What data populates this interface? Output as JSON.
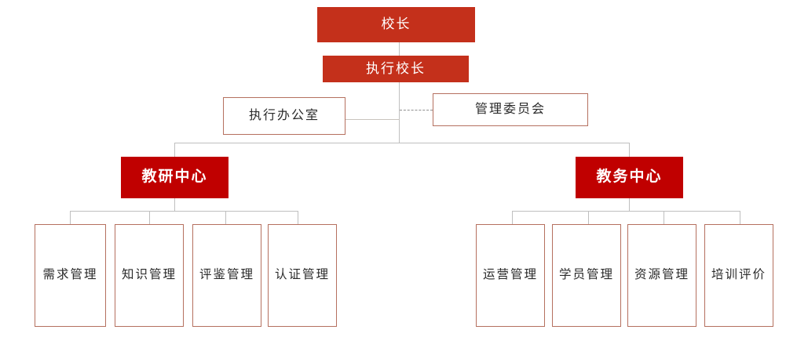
{
  "chart_data": {
    "type": "diagram",
    "title": "",
    "diagram_kind": "organization-chart",
    "orientation": "top-down",
    "colors": {
      "top_fill": "#c4301b",
      "center_fill": "#c00000",
      "box_border": "#b5705f",
      "connector": "#bfbfbf",
      "dashed_connector": "#8f8f8f",
      "text_on_fill": "#ffffff",
      "text_on_white": "#2a2a2a",
      "background": "#ffffff"
    },
    "levels": [
      {
        "level": 1,
        "nodes": [
          "principal"
        ]
      },
      {
        "level": 2,
        "nodes": [
          "executive_principal"
        ]
      },
      {
        "level": 3,
        "nodes": [
          "executive_office",
          "management_committee"
        ]
      },
      {
        "level": 4,
        "nodes": [
          "teaching_research_center",
          "academic_affairs_center"
        ]
      },
      {
        "level": 5,
        "nodes": [
          "demand_mgmt",
          "knowledge_mgmt",
          "appraisal_mgmt",
          "certification_mgmt",
          "operation_mgmt",
          "trainee_mgmt",
          "resource_mgmt",
          "training_evaluation"
        ]
      }
    ],
    "edges": [
      {
        "from": "principal",
        "to": "executive_principal",
        "style": "solid"
      },
      {
        "from": "executive_principal",
        "to": "executive_office",
        "style": "solid"
      },
      {
        "from": "executive_office",
        "to": "management_committee",
        "style": "dashed"
      },
      {
        "from": "executive_principal",
        "to": "teaching_research_center",
        "style": "solid"
      },
      {
        "from": "executive_principal",
        "to": "academic_affairs_center",
        "style": "solid"
      },
      {
        "from": "teaching_research_center",
        "to": "demand_mgmt",
        "style": "solid"
      },
      {
        "from": "teaching_research_center",
        "to": "knowledge_mgmt",
        "style": "solid"
      },
      {
        "from": "teaching_research_center",
        "to": "appraisal_mgmt",
        "style": "solid"
      },
      {
        "from": "teaching_research_center",
        "to": "certification_mgmt",
        "style": "solid"
      },
      {
        "from": "academic_affairs_center",
        "to": "operation_mgmt",
        "style": "solid"
      },
      {
        "from": "academic_affairs_center",
        "to": "trainee_mgmt",
        "style": "solid"
      },
      {
        "from": "academic_affairs_center",
        "to": "resource_mgmt",
        "style": "solid"
      },
      {
        "from": "academic_affairs_center",
        "to": "training_evaluation",
        "style": "solid"
      }
    ]
  },
  "nodes": {
    "principal": {
      "label": "校长"
    },
    "executive_principal": {
      "label": "执行校长"
    },
    "executive_office": {
      "label": "执行办公室"
    },
    "management_committee": {
      "label": "管理委员会"
    },
    "teaching_research_center": {
      "label": "教研中心"
    },
    "academic_affairs_center": {
      "label": "教务中心"
    }
  },
  "teaching_research_children": [
    {
      "label": "需求管理"
    },
    {
      "label": "知识管理"
    },
    {
      "label": "评鉴管理"
    },
    {
      "label": "认证管理"
    }
  ],
  "academic_affairs_children": [
    {
      "label": "运营管理"
    },
    {
      "label": "学员管理"
    },
    {
      "label": "资源管理"
    },
    {
      "label": "培训评价"
    }
  ]
}
